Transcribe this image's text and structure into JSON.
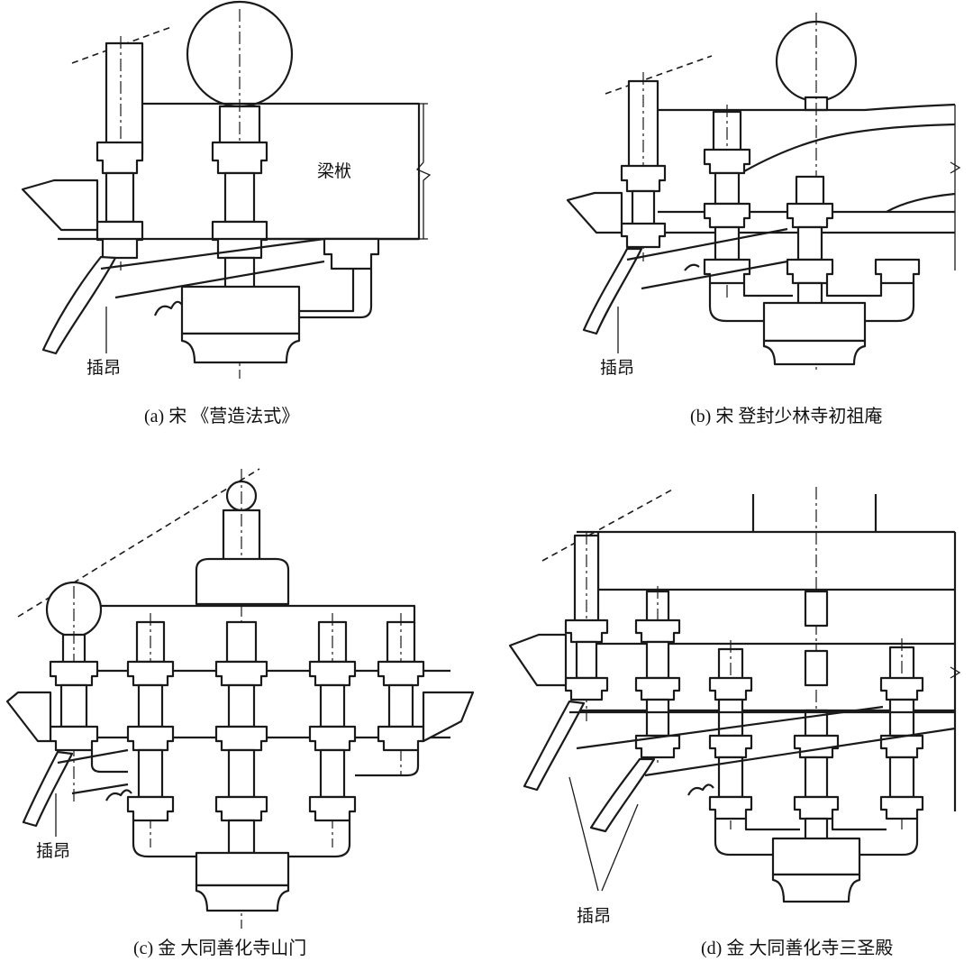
{
  "panels": [
    {
      "id": "a",
      "caption": "(a) 宋    《营造法式》",
      "labels": {
        "beam": "梁栿",
        "ang": "插昂"
      }
    },
    {
      "id": "b",
      "caption": "(b) 宋    登封少林寺初祖庵",
      "labels": {
        "ang": "插昂"
      }
    },
    {
      "id": "c",
      "caption": "(c) 金    大同善化寺山门",
      "labels": {
        "ang": "插昂"
      }
    },
    {
      "id": "d",
      "caption": "(d) 金    大同善化寺三圣殿",
      "labels": {
        "ang": "插昂"
      }
    }
  ]
}
